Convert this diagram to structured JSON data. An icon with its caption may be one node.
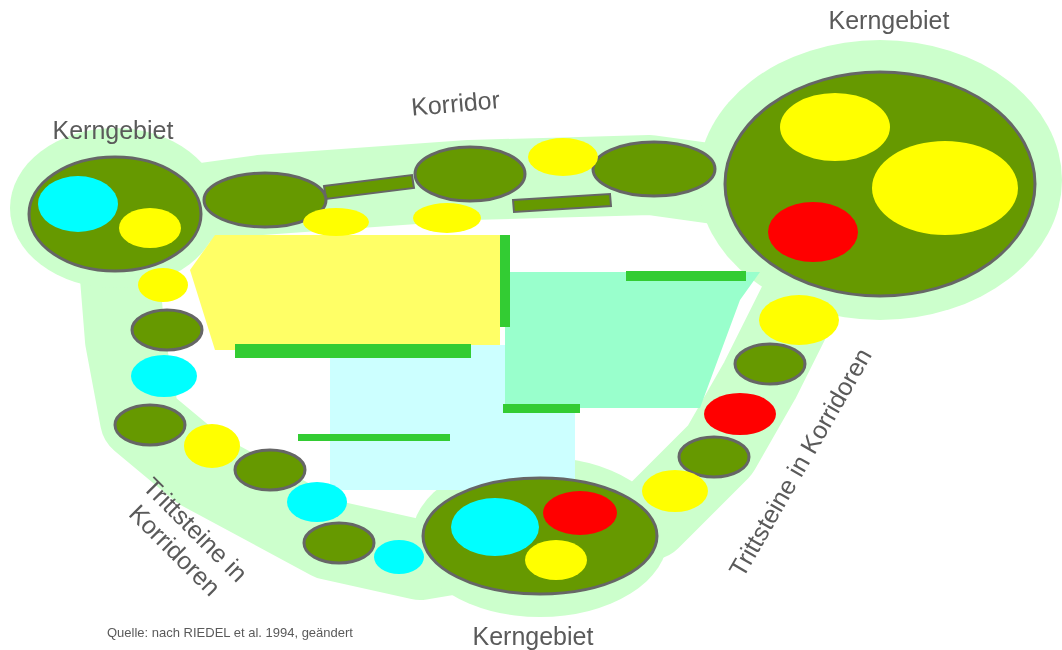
{
  "diagram": {
    "labels": [
      "Kerngebiet",
      "Korridor",
      "Kerngebiet",
      "Trittsteine in Korridoren",
      "Trittsteine in Korridoren",
      "Quelle: nach RIEDEL et al. 1994, geändert",
      "Kerngebiet"
    ]
  }
}
